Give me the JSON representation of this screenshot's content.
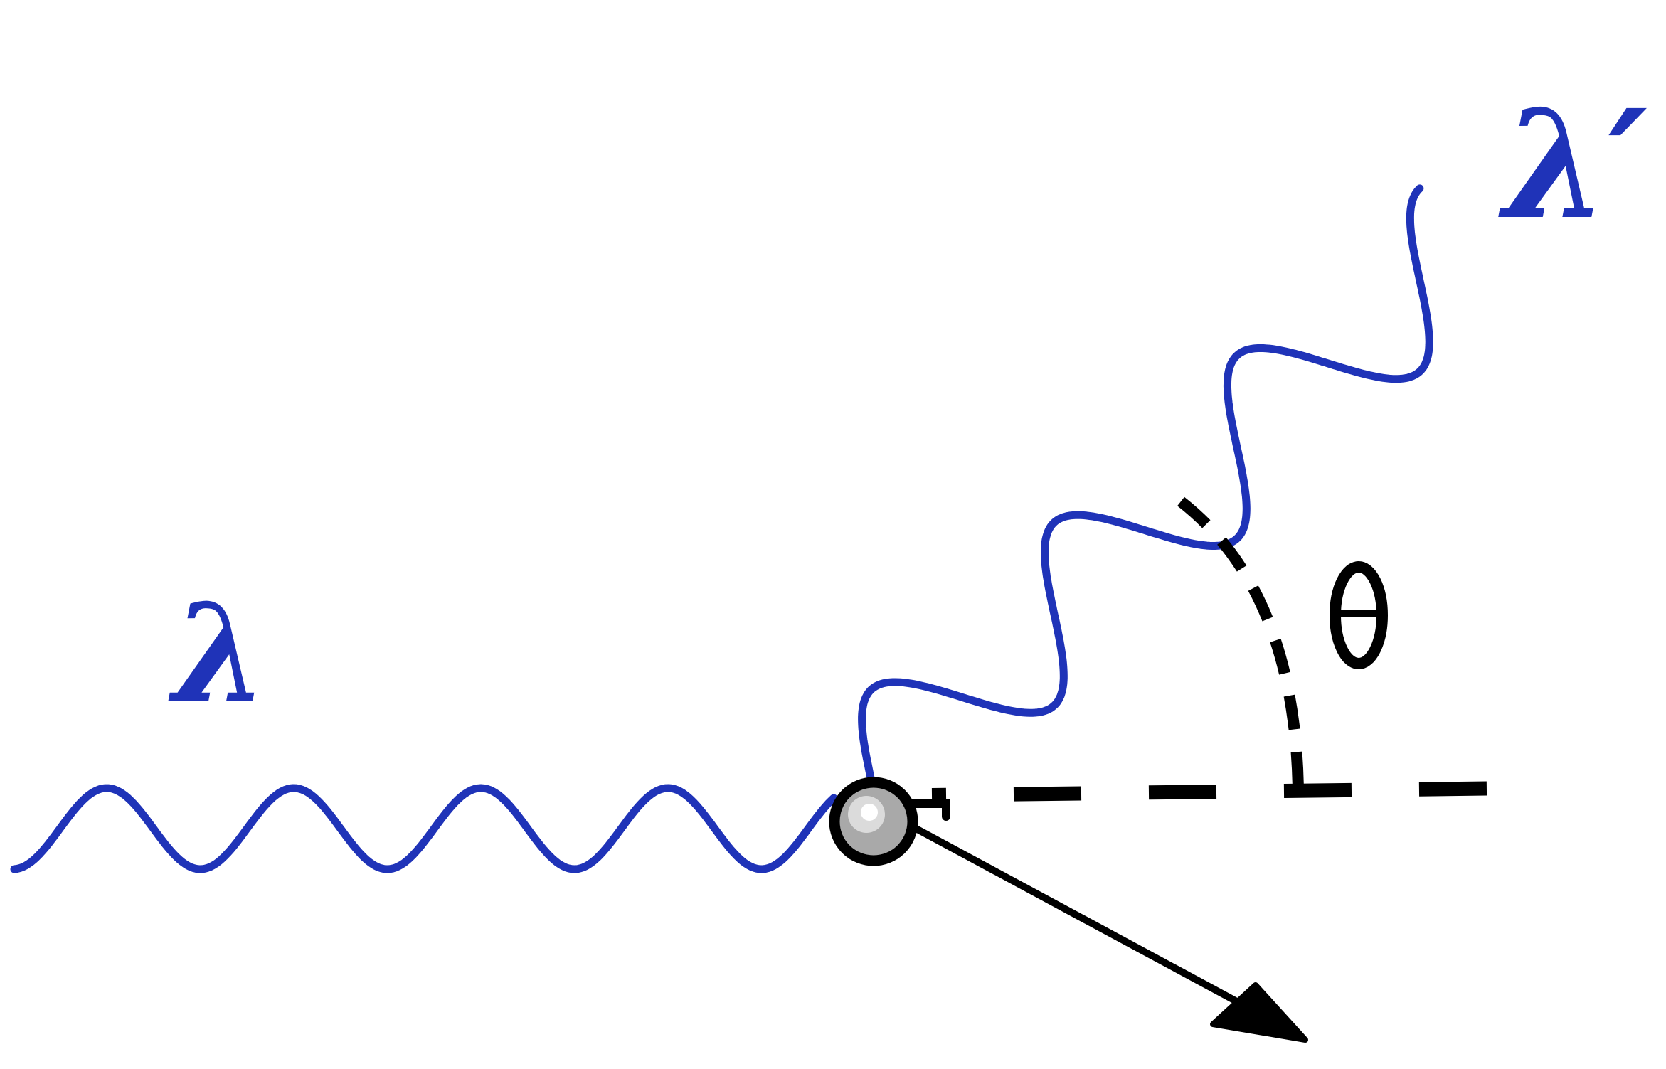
{
  "labels": {
    "incident_wavelength": "λ",
    "scattered_wavelength": "λ′",
    "scattering_angle": "θ"
  },
  "colors": {
    "photon": "#1f33b8",
    "ink": "#000000",
    "particle_fill": "#a9a9a9",
    "particle_highlight": "#f2f2f2"
  },
  "icons": {
    "particle": "electron-circle-icon",
    "recoil": "arrow-icon"
  }
}
